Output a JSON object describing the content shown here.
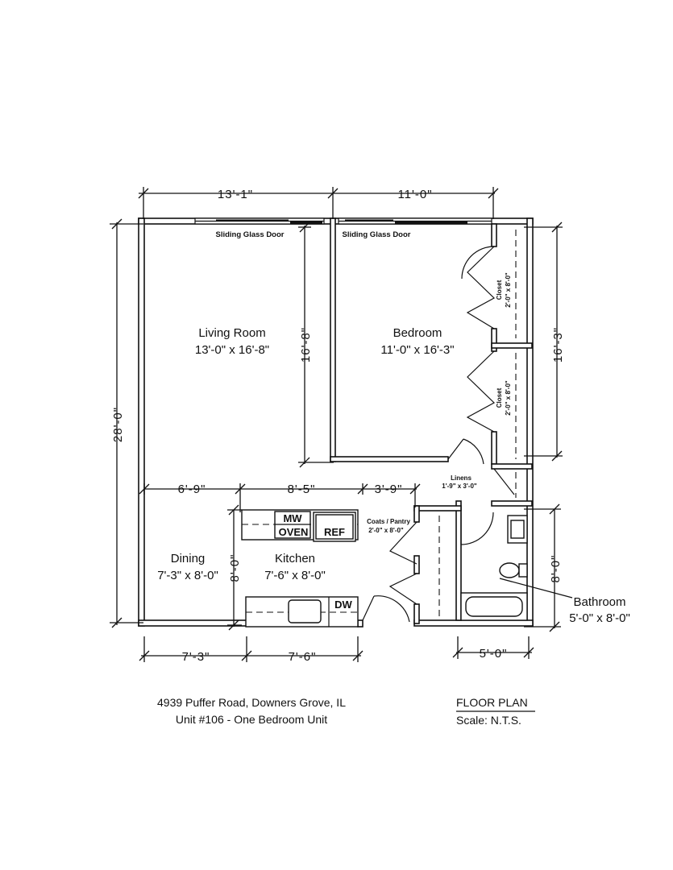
{
  "dimensions": {
    "top_left": "13'-1\"",
    "top_right": "11'-0\"",
    "left_overall": "28'-0\"",
    "living_height": "16'-8\"",
    "bedroom_height": "16'-3\"",
    "mid_left": "6'-9\"",
    "mid_center": "8'-5\"",
    "mid_right": "3'-9\"",
    "kitchen_height": "8'-0\"",
    "bath_height": "8'-0\"",
    "bottom_left": "7'-3\"",
    "bottom_center": "7'-6\"",
    "bottom_right": "5'-0\""
  },
  "labels": {
    "sliding_door_1": "Sliding Glass Door",
    "sliding_door_2": "Sliding Glass Door",
    "closet_1_name": "Closet",
    "closet_1_size": "2'-0\" x 8'-0\"",
    "closet_2_name": "Closet",
    "closet_2_size": "2'-0\" x 8'-0\"",
    "linens_name": "Linens",
    "linens_size": "1'-9\" x 3'-0\"",
    "coats_name": "Coats / Pantry",
    "coats_size": "2'-0\" x 8'-0\"",
    "mw": "MW",
    "oven": "OVEN",
    "ref": "REF",
    "dw": "DW"
  },
  "rooms": {
    "living_name": "Living Room",
    "living_size": "13'-0\" x 16'-8\"",
    "bedroom_name": "Bedroom",
    "bedroom_size": "11'-0\" x 16'-3\"",
    "dining_name": "Dining",
    "dining_size": "7'-3\" x 8'-0\"",
    "kitchen_name": "Kitchen",
    "kitchen_size": "7'-6\" x 8'-0\"",
    "bathroom_name": "Bathroom",
    "bathroom_size": "5'-0\" x 8'-0\""
  },
  "footer": {
    "address_line1": "4939 Puffer Road,  Downers Grove, IL",
    "address_line2": "Unit #106 - One Bedroom Unit",
    "plan_title": "FLOOR PLAN",
    "scale": "Scale:  N.T.S."
  }
}
